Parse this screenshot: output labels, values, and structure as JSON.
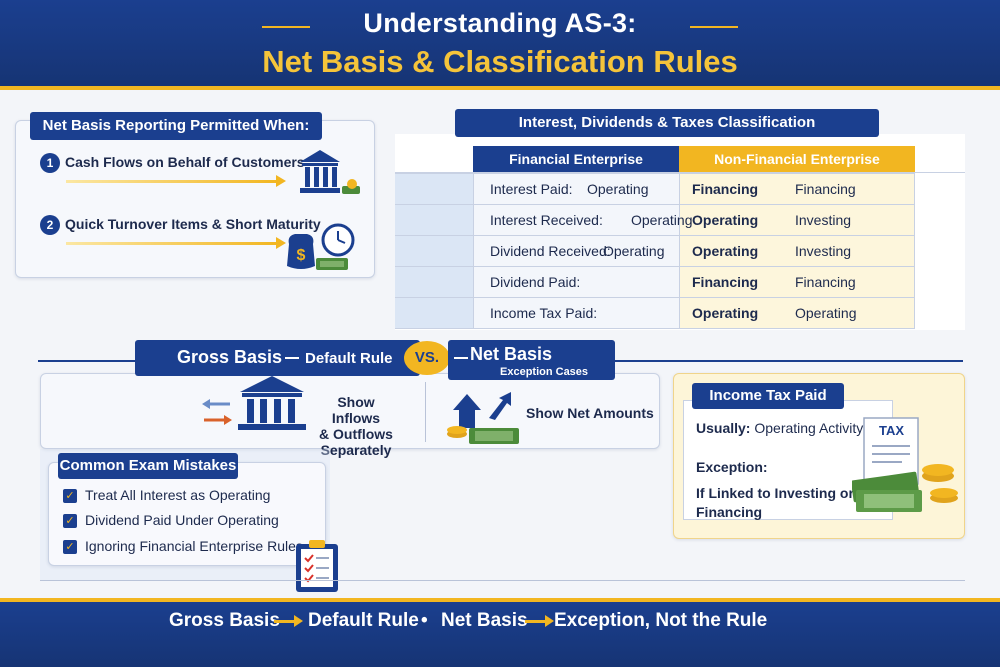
{
  "header": {
    "title_line1": "Understanding AS-3:",
    "title_line2": "Net Basis & Classification Rules"
  },
  "net_basis": {
    "heading": "Net Basis Reporting Permitted When:",
    "items": [
      {
        "number": "1",
        "label": "Cash Flows on Behalf of Customers",
        "icon": "bank-icon"
      },
      {
        "number": "2",
        "label": "Quick Turnover Items & Short Maturity",
        "icon": "money-clock-icon"
      }
    ]
  },
  "classification": {
    "heading": "Interest, Dividends & Taxes Classification",
    "columns": [
      "Financial Enterprise",
      "Non-Financial Enterprise"
    ],
    "rows": [
      {
        "item": "Interest Paid:",
        "financial": "Operating",
        "nonfin_primary": "Financing",
        "nonfin_alt": "Financing"
      },
      {
        "item": "Interest Received:",
        "financial": "Operating",
        "nonfin_primary": "Operating",
        "nonfin_alt": "Investing"
      },
      {
        "item": "Dividend Received:",
        "financial": "Operating",
        "nonfin_primary": "Operating",
        "nonfin_alt": "Investing"
      },
      {
        "item": "Dividend Paid:",
        "financial": "",
        "nonfin_primary": "Financing",
        "nonfin_alt": "Financing"
      },
      {
        "item": "Income Tax Paid:",
        "financial": "",
        "nonfin_primary": "Operating",
        "nonfin_alt": "Operating"
      }
    ]
  },
  "comparison": {
    "gross_label": "Gross Basis",
    "gross_sub": "Default Rule",
    "vs": "VS.",
    "net_label": "Net Basis",
    "net_sub": "Exception Cases",
    "gross_desc_line1": "Show Inflows",
    "gross_desc_line2": "& Outflows",
    "gross_desc_line3": "Separately",
    "net_desc": "Show Net Amounts"
  },
  "income_tax": {
    "heading": "Income Tax Paid",
    "usually_label": "Usually:",
    "usually_value": "Operating Activity",
    "exception_label": "Exception:",
    "exception_line1": "If Linked to Investing or",
    "exception_line2": "Financing",
    "tax_doc_label": "TAX"
  },
  "mistakes": {
    "heading": "Common Exam Mistakes",
    "items": [
      "Treat All Interest as Operating",
      "Dividend Paid Under Operating",
      "Ignoring Financial Enterprise Rules"
    ]
  },
  "footer": {
    "part1": "Gross Basis",
    "part2": "Default Rule",
    "bullet": "•",
    "part3": "Net Basis",
    "part4": "Exception, Not the Rule"
  },
  "colors": {
    "navy": "#1b3f8f",
    "gold": "#f2b621",
    "light_blue": "#dbe6f5",
    "cream": "#fdf6dc"
  }
}
